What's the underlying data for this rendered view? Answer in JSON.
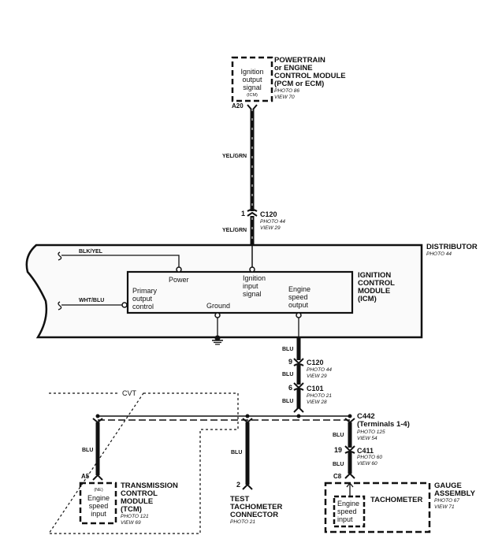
{
  "diagram": {
    "pcm": {
      "title_lines": [
        "POWERTRAIN",
        "or ENGINE",
        "CONTROL MODULE",
        "(PCM or ECM)"
      ],
      "photo": "PHOTO 86",
      "view": "VIEW 70",
      "inner_lines": [
        "Ignition",
        "output",
        "signal"
      ],
      "inner_note": "(ICM)",
      "pin": "A20"
    },
    "wires": {
      "yel_grn_upper": "YEL/GRN",
      "yel_grn_lower": "YEL/GRN",
      "blk_yel": "BLK/YEL",
      "wht_blu": "WHT/BLU",
      "blu_icm": "BLU",
      "blu_mid1": "BLU",
      "blu_mid2": "BLU",
      "blu_tcm": "BLU",
      "blu_test": "BLU",
      "blu_gauge1": "BLU",
      "blu_gauge2": "BLU"
    },
    "c120_top": {
      "pin": "1",
      "name": "C120",
      "photo": "PHOTO 44",
      "view": "VIEW 29"
    },
    "distributor": {
      "title": "DISTRIBUTOR",
      "photo": "PHOTO 44"
    },
    "icm": {
      "title_lines": [
        "IGNITION",
        "CONTROL",
        "MODULE",
        "(ICM)"
      ],
      "power": "Power",
      "ignition_input": [
        "Ignition",
        "input",
        "signal"
      ],
      "primary_output": [
        "Primary",
        "output",
        "control"
      ],
      "ground": "Ground",
      "engine_speed": [
        "Engine",
        "speed",
        "output"
      ]
    },
    "c120_bottom": {
      "pin": "9",
      "name": "C120",
      "photo": "PHOTO 44",
      "view": "VIEW 29"
    },
    "c101": {
      "pin": "6",
      "name": "C101",
      "photo": "PHOTO 21",
      "view": "VIEW 28"
    },
    "cvt_label": "CVT",
    "c442": {
      "name": "C442",
      "sub": "(Terminals 1-4)",
      "photo": "PHOTO 125",
      "view": "VIEW 54"
    },
    "c411": {
      "pin": "19",
      "name": "C411",
      "photo": "PHOTO 60",
      "view": "VIEW 60"
    },
    "tcm": {
      "pin": "A5",
      "title_lines": [
        "TRANSMISSION",
        "CONTROL",
        "MODULE",
        "(TCM)"
      ],
      "photo": "PHOTO 121",
      "view": "VIEW 69",
      "inner_note": "(NE)",
      "inner_lines": [
        "Engine",
        "speed",
        "input"
      ]
    },
    "test_connector": {
      "pin": "2",
      "title_lines": [
        "TEST",
        "TACHOMETER",
        "CONNECTOR"
      ],
      "photo": "PHOTO 21"
    },
    "gauge": {
      "pin": "C8",
      "title_lines": [
        "GAUGE",
        "ASSEMBLY"
      ],
      "photo": "PHOTO 67",
      "view": "VIEW 71",
      "tach_label": "TACHOMETER",
      "inner_lines": [
        "Engine",
        "speed",
        "input"
      ]
    }
  }
}
